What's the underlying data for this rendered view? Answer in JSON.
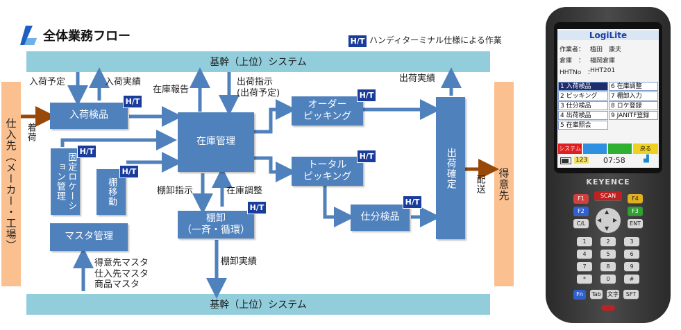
{
  "title": "全体業務フロー",
  "legend": {
    "badge": "H/T",
    "text": "ハンディターミナル仕様による作業"
  },
  "top_system": "基幹（上位）システム",
  "bottom_system": "基幹（上位）システム",
  "supplier": "仕入先（メーカー・工場）",
  "customer": "得意先",
  "badge": "H/T",
  "boxes": {
    "receiving_inspection": "入荷検品",
    "inventory_management": "在庫管理",
    "fixed_location": "固定ロケーション管理",
    "shelf_move": "棚移動",
    "stocktake": "棚卸\n（一斉・循環）",
    "master": "マスタ管理",
    "order_picking": "オーダー\nピッキング",
    "total_picking": "トータル\nピッキング",
    "sort_inspection": "仕分検品",
    "shipping_confirm": "出荷確定"
  },
  "labels": {
    "arrival_plan": "入荷予定",
    "arrival_result": "入荷実績",
    "stock_report": "在庫報告",
    "ship_instruction": "出荷指示\n(出荷予定)",
    "ship_result": "出荷実績",
    "arrival": "着荷",
    "delivery": "配送",
    "stocktake_instruction": "棚卸指示",
    "stock_adjust": "在庫調整",
    "stocktake_result": "棚卸実績",
    "masters": "得意先マスタ\n仕入先マスタ\n商品マスタ"
  },
  "device": {
    "app_name": "LogiLite",
    "worker_label": "作業者：",
    "worker_name": "植田　康夫",
    "warehouse_label": "倉庫　：",
    "warehouse_name": "福岡倉庫",
    "hht_label": "HHTNo　：",
    "hht_no": "HHT201",
    "menu": [
      "1 入荷検品",
      "2 ピッキング",
      "3 仕分検品",
      "4 出荷検品",
      "5 在庫照会",
      "6 在庫調整",
      "7 棚卸入力",
      "8 ロケ登録",
      "9 JANITF登録"
    ],
    "soft_system": "システム",
    "soft_back": "戻る",
    "time": "07:58",
    "mode": "123",
    "brand": "KEYENCE",
    "keys": {
      "f1": "F1",
      "f2": "F2",
      "f3": "F3",
      "f4": "F4",
      "scan": "SCAN",
      "clr": "C/L",
      "ent": "ENT",
      "num": [
        "1",
        "2",
        "3",
        "4",
        "5",
        "6",
        "7",
        "8",
        "9",
        "*",
        "0",
        "#"
      ],
      "fn": "Fn",
      "tab": "Tab",
      "kana": "文字",
      "sft": "SFT"
    }
  }
}
